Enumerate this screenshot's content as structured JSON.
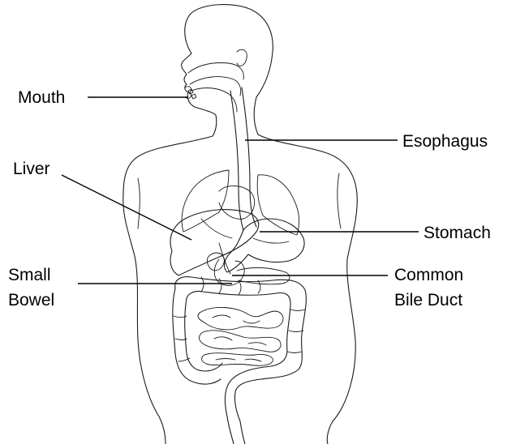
{
  "labels": {
    "mouth": "Mouth",
    "esophagus": "Esophagus",
    "liver": "Liver",
    "stomach": "Stomach",
    "small_bowel_line1": "Small",
    "small_bowel_line2": "Bowel",
    "common_bile_duct_line1": "Common",
    "common_bile_duct_line2": "Bile Duct"
  }
}
